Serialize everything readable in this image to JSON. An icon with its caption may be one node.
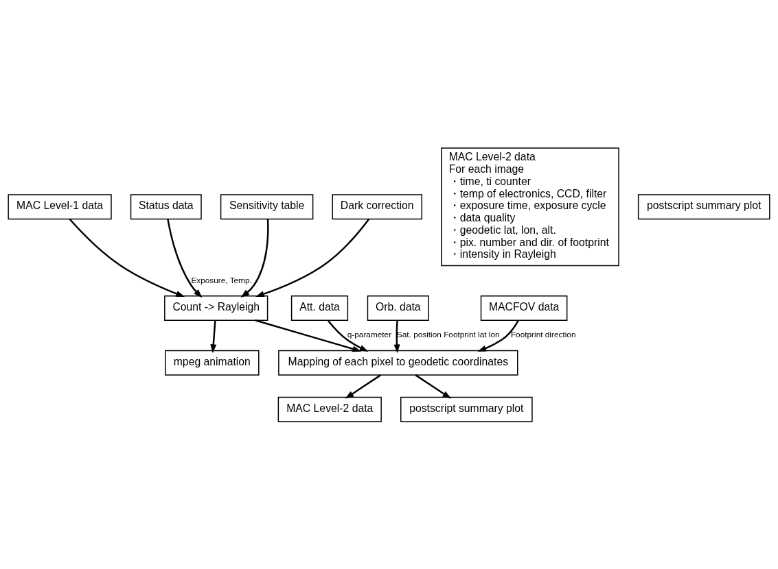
{
  "diagram": {
    "nodes": [
      {
        "text": [
          "MAC Level-1 data"
        ]
      },
      {
        "text": [
          "Status data"
        ]
      },
      {
        "text": [
          "Count -> Rayleigh"
        ]
      },
      {
        "text": [
          "Sensitivity table"
        ]
      },
      {
        "text": [
          "Dark correction"
        ]
      },
      {
        "text": [
          "Att. data"
        ]
      },
      {
        "text": [
          "Orb. data"
        ]
      },
      {
        "text": [
          "MACFOV data"
        ]
      },
      {
        "text": [
          "MAC Level-2 data",
          "For each image",
          "・time, ti counter",
          "・temp of electronics, CCD, filter",
          "・exposure time, exposure cycle",
          "・data quality",
          "・geodetic lat, lon, alt.",
          "・pix. number and dir. of footprint",
          "・intensity in Rayleigh"
        ]
      },
      {
        "text": [
          "mpeg animation"
        ]
      },
      {
        "text": [
          "postscript summary plot"
        ]
      },
      {
        "text": [
          "Mapping of each pixel to geodetic coordinates"
        ]
      },
      {
        "text": [
          "MAC Level-2 data"
        ]
      },
      {
        "text": [
          "postscript summary plot"
        ]
      }
    ],
    "edges": [
      {
        "from": 0,
        "to": 2,
        "arrow": "to"
      },
      {
        "from": 1,
        "to": 2,
        "arrow": "to",
        "label": "Exposure, Temp."
      },
      {
        "from": 3,
        "to": 2,
        "arrow": "to"
      },
      {
        "from": 4,
        "to": 2,
        "arrow": "to"
      },
      {
        "from": 2,
        "to": 11,
        "arrow": "to"
      },
      {
        "from": 5,
        "to": 11,
        "arrow": "to",
        "label": "q-parameter"
      },
      {
        "from": 6,
        "to": 11,
        "arrow": "to",
        "label": "Sat. position Footprint lat lon"
      },
      {
        "from": 7,
        "to": 11,
        "arrow": "to",
        "label": "Footprint direction"
      },
      {
        "from": 2,
        "to": 9,
        "arrow": "to"
      },
      {
        "from": 11,
        "to": 12,
        "arrow": "to"
      },
      {
        "from": 11,
        "to": 13,
        "arrow": "to"
      }
    ]
  }
}
